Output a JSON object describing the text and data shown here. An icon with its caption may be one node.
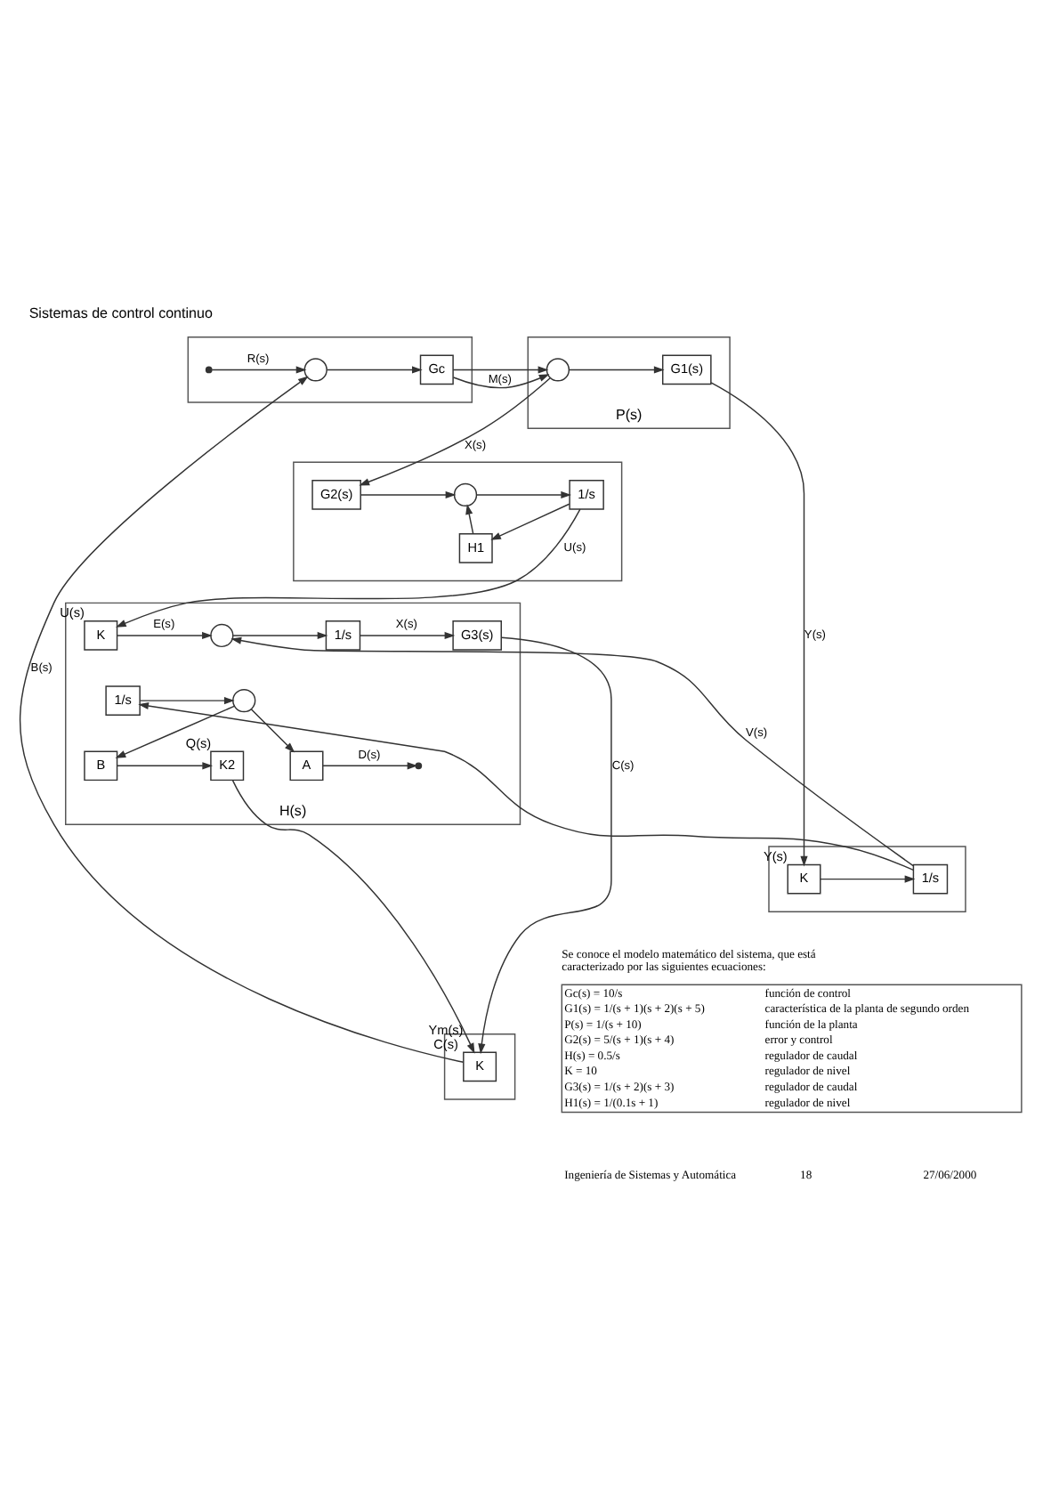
{
  "diagram": {
    "title": "Sistemas de control continuo",
    "nodes": [
      {
        "text": [],
        "shape": "box"
      },
      {
        "text": [],
        "shape": "circle",
        "in": 0
      },
      {
        "text": [
          "Gc"
        ],
        "in": 0
      },
      {
        "text": [
          "P(s)"
        ]
      },
      {
        "text": [],
        "shape": "circle",
        "in": 3
      },
      {
        "text": [
          "G1(s)"
        ],
        "in": 3
      },
      {
        "text": [],
        "shape": "box"
      },
      {
        "text": [
          "G2(s)"
        ],
        "in": 6
      },
      {
        "text": [],
        "shape": "circle",
        "in": 6
      },
      {
        "text": [
          "1/s"
        ],
        "in": 6
      },
      {
        "text": [
          "H1"
        ],
        "in": 6
      },
      {
        "text": [
          "H(s)"
        ]
      },
      {
        "text": [
          "K"
        ],
        "in": 11,
        "beside": [
          "U(s)"
        ]
      },
      {
        "text": [],
        "shape": "circle",
        "in": 11
      },
      {
        "text": [
          "1/s"
        ],
        "in": 11
      },
      {
        "text": [
          "G3(s)"
        ],
        "in": 11
      },
      {
        "text": [
          "K2"
        ],
        "in": 11,
        "beside": [
          "Q(s)"
        ]
      },
      {
        "text": [
          "B"
        ],
        "in": 11
      },
      {
        "text": [
          "1/s"
        ],
        "in": 11
      },
      {
        "text": [],
        "shape": "circle",
        "in": 11
      },
      {
        "text": [
          "A"
        ],
        "in": 11
      },
      {
        "text": [],
        "shape": "box"
      },
      {
        "text": [
          "1/s"
        ],
        "in": 21
      },
      {
        "text": [
          "K"
        ],
        "in": 21,
        "beside": [
          "Y(s)"
        ]
      },
      {
        "text": [],
        "shape": "box"
      },
      {
        "text": [
          "K"
        ],
        "in": 24,
        "beside": [
          "Ym(s)",
          "C(s)"
        ]
      }
    ],
    "edges": [
      {
        "from": null,
        "to": 1,
        "arrow": "to",
        "label": "R(s)"
      },
      {
        "from": 1,
        "to": 2,
        "arrow": "to"
      },
      {
        "from": 2,
        "to": 4,
        "arrow": "to",
        "label": "M(s)"
      },
      {
        "from": 4,
        "to": 5,
        "arrow": "to"
      },
      {
        "from": 5,
        "to": 23,
        "arrow": "to",
        "label": "Y(s)"
      },
      {
        "from": 25,
        "to": 1,
        "arrow": "to",
        "label": "B(s)"
      },
      {
        "from": 4,
        "to": 7,
        "arrow": "to",
        "label": "X(s)"
      },
      {
        "from": 7,
        "to": 8,
        "arrow": "to"
      },
      {
        "from": 8,
        "to": 9,
        "arrow": "to"
      },
      {
        "from": 9,
        "to": 10,
        "arrow": "to"
      },
      {
        "from": 10,
        "to": 8,
        "arrow": "to"
      },
      {
        "from": 9,
        "to": 12,
        "arrow": "to",
        "label": "U(s)"
      },
      {
        "from": 12,
        "to": 13,
        "arrow": "to",
        "label": "E(s)"
      },
      {
        "from": 13,
        "to": 14,
        "arrow": "to"
      },
      {
        "from": 14,
        "to": 15,
        "arrow": "to",
        "label": "X(s)"
      },
      {
        "from": 15,
        "to": 25,
        "arrow": "to",
        "label": "C(s)"
      },
      {
        "from": 23,
        "to": 22,
        "arrow": "to"
      },
      {
        "from": 22,
        "to": 13,
        "arrow": "to",
        "label": "V(s)"
      },
      {
        "from": 22,
        "to": 18,
        "arrow": "to"
      },
      {
        "from": 18,
        "to": 19,
        "arrow": "to"
      },
      {
        "from": 19,
        "to": 17,
        "arrow": "to"
      },
      {
        "from": 19,
        "to": 20,
        "arrow": "to"
      },
      {
        "from": 17,
        "to": 16,
        "arrow": "to"
      },
      {
        "from": 16,
        "to": 25,
        "arrow": "to"
      },
      {
        "from": 20,
        "to": null,
        "arrow": "to",
        "label": "D(s)"
      }
    ],
    "labels": [
      "Se conoce el modelo matemático del sistema, que está caracterizado por las siguientes ecuaciones:",
      "Gc(s) = 10/s",
      "función de control",
      "G1(s) = 1/(s + 1)(s + 2)(s + 5)",
      "característica de la planta de segundo orden",
      "P(s) = 1/(s + 10)",
      "función de la planta",
      "G2(s) = 5/(s + 1)(s + 4)",
      "error y control",
      "H(s) = 0.5/s",
      "regulador de caudal",
      "K = 10",
      "regulador de nivel",
      "G3(s) = 1/(s + 2)(s + 3)",
      "regulador de caudal",
      "H1(s) = 1/(0.1s + 1)",
      "regulador de nivel",
      "Ingeniería de Sistemas y Automática",
      "18",
      "27/06/2000"
    ]
  }
}
